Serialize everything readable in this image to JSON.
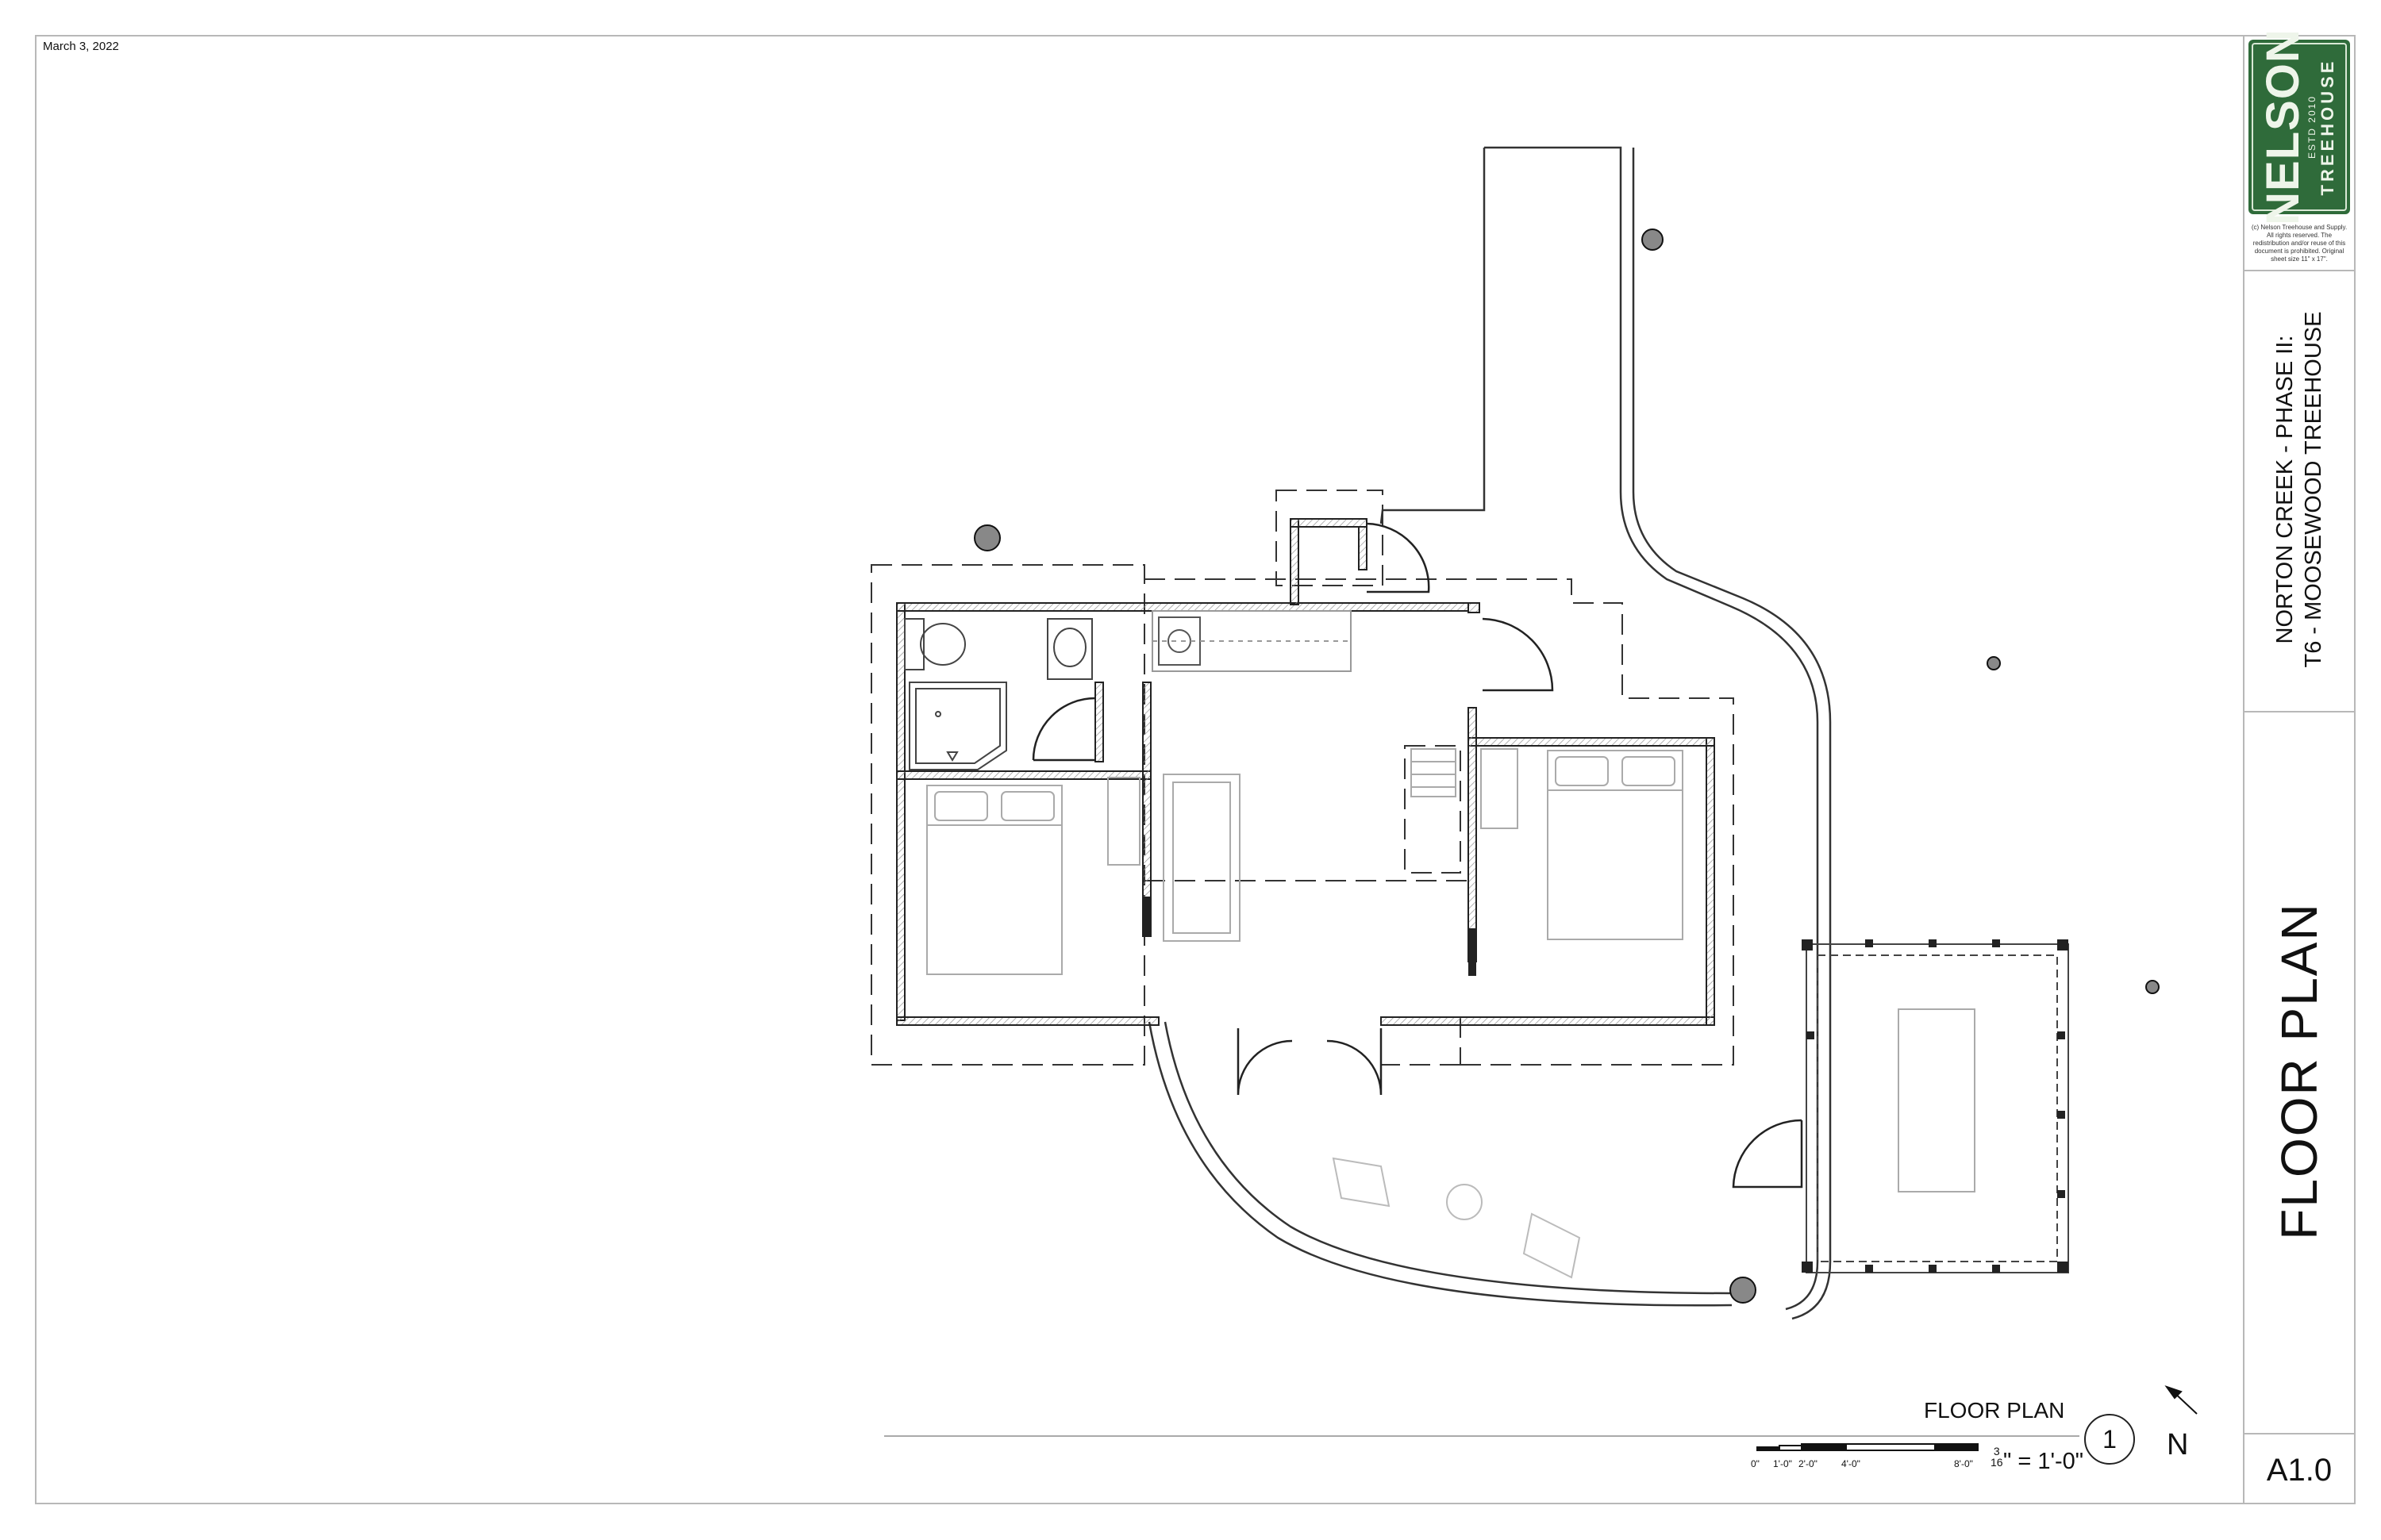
{
  "sheet": {
    "date": "March 3, 2022",
    "sheet_number": "A1.0",
    "sheet_title": "FLOOR PLAN",
    "project_line1": "NORTON CREEK - PHASE II:",
    "project_line2": "T6 - MOOSEWOOD TREEHOUSE"
  },
  "logo": {
    "brand": "NELSON",
    "sub": "TREEHOUSE",
    "estd": "ESTD 2010",
    "color": "#2f6b3a"
  },
  "copyright": "(c) Nelson Treehouse and Supply. All rights reserved. The redistribution and/or reuse of this document is prohibited. Original sheet size 11\" x 17\".",
  "view": {
    "title": "FLOOR PLAN",
    "number": "1",
    "scale_suffix": "\" = 1'-0\"",
    "scale_num": "3",
    "scale_den": "16",
    "scale_ticks": [
      "0\"",
      "1'-0\"",
      "2'-0\"",
      "4'-0\"",
      "8'-0\""
    ],
    "north_label": "N"
  }
}
